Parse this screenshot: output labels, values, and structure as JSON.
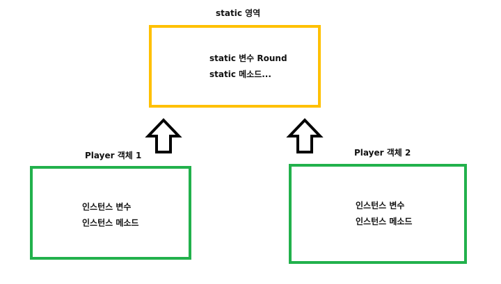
{
  "static_area": {
    "title": "static 영역",
    "lines": [
      "static 변수 Round",
      "static 메소드..."
    ],
    "border_color": "#ffc000"
  },
  "player1": {
    "title": "Player 객체 1",
    "lines": [
      "인스턴스 변수",
      "인스턴스 메소드"
    ],
    "border_color": "#22b14c"
  },
  "player2": {
    "title": "Player 객체 2",
    "lines": [
      "인스턴스 변수",
      "인스턴스 메소드"
    ],
    "border_color": "#22b14c"
  },
  "arrows": [
    {
      "from": "player1",
      "to": "static_area",
      "icon": "up-arrow-icon"
    },
    {
      "from": "player2",
      "to": "static_area",
      "icon": "up-arrow-icon"
    }
  ]
}
